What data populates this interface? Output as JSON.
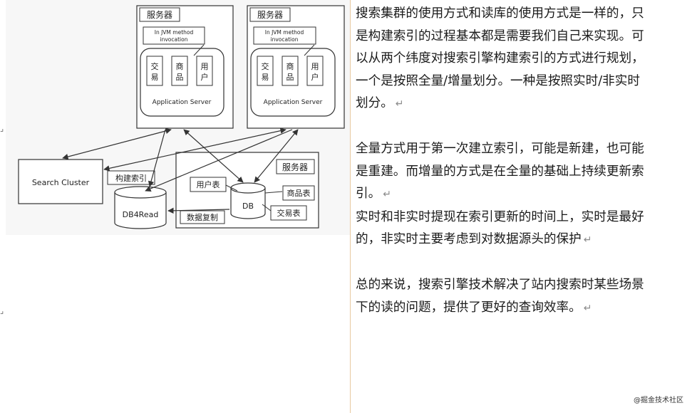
{
  "diagram": {
    "server_left": {
      "title": "服务器",
      "invocation_line1": "In JVM method",
      "invocation_line2": "invocation",
      "modules": [
        [
          "交",
          "易"
        ],
        [
          "商",
          "品"
        ],
        [
          "用",
          "户"
        ]
      ],
      "app_label": "Application Server"
    },
    "server_right": {
      "title": "服务器",
      "invocation_line1": "In JVM method",
      "invocation_line2": "invocation",
      "modules": [
        [
          "交",
          "易"
        ],
        [
          "商",
          "品"
        ],
        [
          "用",
          "户"
        ]
      ],
      "app_label": "Application Server"
    },
    "search_cluster": "Search Cluster",
    "build_index": "构建索引",
    "db4read": "DB4Read",
    "data_replication": "数据复制",
    "db_server": {
      "title": "服务器",
      "db": "DB",
      "user_table": "用户表",
      "product_table": "商品表",
      "trade_table": "交易表"
    }
  },
  "margin_marks": [
    "⌟",
    "⌟"
  ],
  "paragraphs": [
    {
      "lines": [
        "搜索集群的使用方式和读库的使用方式是一样的，只",
        "是构建索引的过程基本都是需要我们自己来实现。可",
        "以从两个纬度对搜索引擎构建索引的方式进行规划，",
        "一个是按照全量/增量划分。一种是按照实时/非实时",
        "划分。"
      ],
      "return_mark": "↵"
    },
    {
      "lines": [
        "全量方式用于第一次建立索引，可能是新建，也可能",
        "是重建。而增量的方式是在全量的基础上持续更新索",
        "引。"
      ],
      "return_mark": "↵"
    },
    {
      "lines": [
        "实时和非实时提现在索引更新的时间上，实时是最好",
        "的，非实时主要考虑到对数据源头的保护"
      ],
      "return_mark": "↵"
    },
    {
      "lines": [
        "总的来说，搜索引擎技术解决了站内搜索时某些场景",
        "下的读的问题，提供了更好的查询效率。"
      ],
      "return_mark": "↵"
    }
  ],
  "watermark": "@掘金技术社区"
}
